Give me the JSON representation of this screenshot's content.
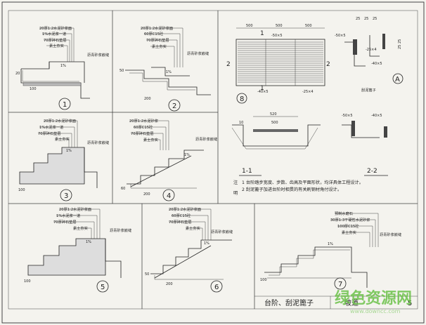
{
  "panels": [
    {
      "num": "1",
      "layers": [
        "20厚1:2水泥砂浆面",
        "1%水泥浆一道",
        "70厚碎石垫层",
        "素土夯实"
      ],
      "side": "沥青砂浆嵌缝",
      "slope": "1%",
      "dims": [
        "20",
        "100"
      ]
    },
    {
      "num": "2",
      "layers": [
        "20厚1:2水泥砂浆面",
        "60厚C15砼",
        "70厚碎石垫层",
        "素土夯实"
      ],
      "side": "沥青砂浆嵌缝",
      "slope": "1%",
      "dims": [
        "50",
        "200"
      ]
    },
    {
      "num": "3",
      "layers": [
        "20厚1:2水泥砂浆面",
        "1%水泥浆一道",
        "70厚碎石垫层",
        "素土夯实"
      ],
      "side": "沥青砂浆嵌缝",
      "slope": "1%",
      "dims": [
        "100"
      ]
    },
    {
      "num": "4",
      "layers": [
        "20厚1:2水泥砂浆",
        "60厚C15砼",
        "70厚碎石垫层",
        "素土夯实"
      ],
      "side": "沥青砂浆嵌缝",
      "slope": "1%",
      "dims": [
        "60",
        "200"
      ]
    },
    {
      "num": "5",
      "layers": [
        "20厚1:2水泥砂浆面",
        "1%水泥浆一道",
        "70厚碎石垫层",
        "素土夯实"
      ],
      "side": "沥青砂浆嵌缝",
      "slope": "1%",
      "dims": [
        "100"
      ]
    },
    {
      "num": "6",
      "layers": [
        "20厚1:2水泥砂浆面",
        "60厚C15砼",
        "70厚碎石垫层",
        "素土夯实"
      ],
      "side": "沥青砂浆嵌缝",
      "slope": "1%",
      "dims": [
        "50",
        "200"
      ]
    },
    {
      "num": "7",
      "layers": [
        "预制水磨石",
        "30厚1:3干硬性水泥砂浆",
        "100厚C15砼",
        "素土夯实"
      ],
      "side": "沥青砂浆嵌缝",
      "slope": "1%",
      "dims": [
        "100"
      ]
    }
  ],
  "scraper": {
    "num": "8",
    "plan_dims": [
      "500",
      "500",
      "500"
    ],
    "flat_bar": "-50×5",
    "bottom_bar": "-40×5",
    "side_bar": "-25×4",
    "cut_marks": [
      "1",
      "1",
      "2",
      "2"
    ],
    "detail_a": {
      "label": "A",
      "dims": [
        "25",
        "25",
        "25"
      ],
      "bars": [
        "-50×5",
        "-25×4",
        "-40×5"
      ],
      "caption": "刮泥篦子",
      "side": "25 25"
    },
    "sec11": {
      "label": "1-1",
      "dims": [
        "520",
        "500",
        "10"
      ]
    },
    "sec22": {
      "label": "2-2",
      "bars": [
        "-50×5",
        "-40×5"
      ]
    }
  },
  "notes": {
    "prefix": "注",
    "prefix2": "明",
    "lines": [
      "1 台阶踏步宽度、步数、齿高及平面形状，均详具体工程设计。",
      "2 刮泥篦子加进台阶时相贯的有关刷钢材角付设计。"
    ]
  },
  "title_block": {
    "title": "台阶、刮泥篦子",
    "page": "5",
    "code": "坡道"
  },
  "watermark": {
    "brand": "绿色资源网",
    "url": "www.downcc.com"
  }
}
